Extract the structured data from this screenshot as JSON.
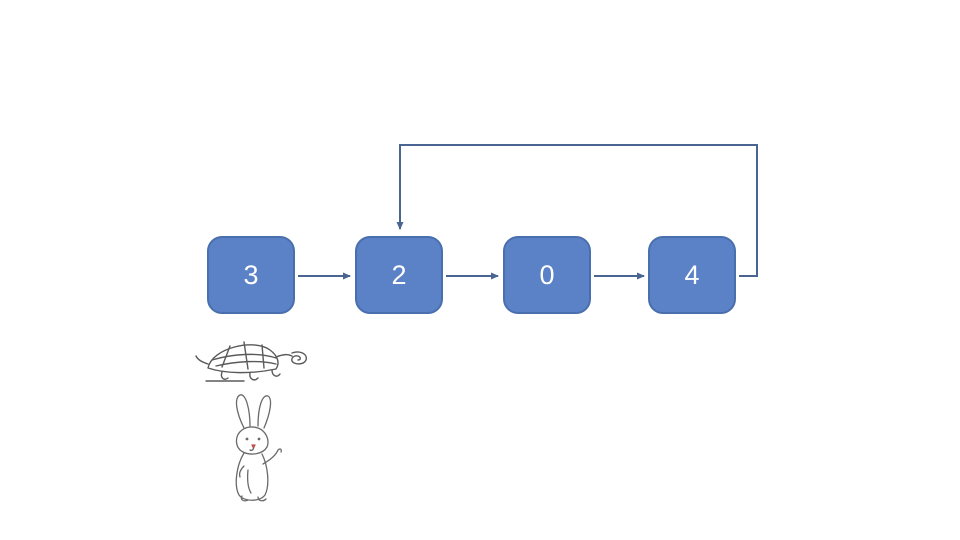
{
  "diagram": {
    "type": "linked-list-with-cycle",
    "nodes": [
      "3",
      "2",
      "0",
      "4"
    ],
    "edges": [
      {
        "from": "3",
        "to": "2",
        "kind": "forward"
      },
      {
        "from": "2",
        "to": "0",
        "kind": "forward"
      },
      {
        "from": "0",
        "to": "4",
        "kind": "forward"
      },
      {
        "from": "4",
        "to": "2",
        "kind": "cycle-back"
      }
    ],
    "illustrations": [
      {
        "icon": "tortoise-icon"
      },
      {
        "icon": "hare-icon"
      }
    ],
    "colors": {
      "node_fill": "#5b81c7",
      "node_border": "#4a6fae",
      "node_text": "#ffffff",
      "connector": "#4a6591"
    }
  }
}
